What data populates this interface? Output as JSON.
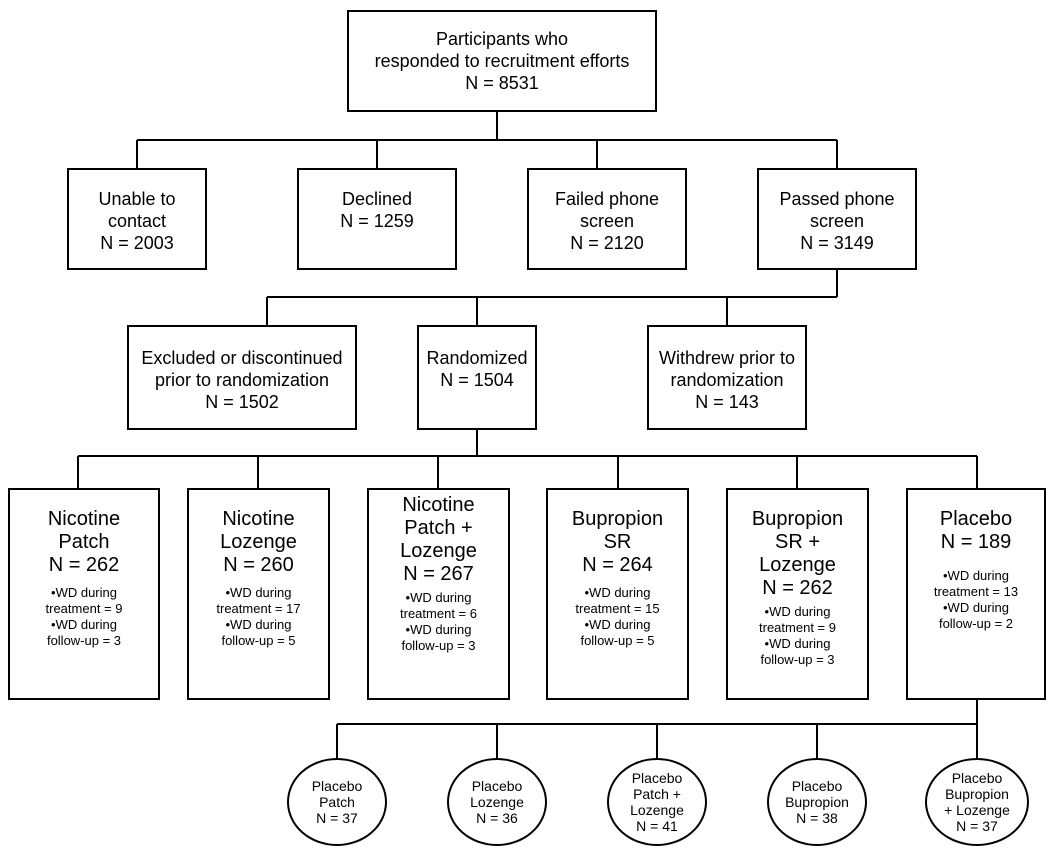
{
  "top": {
    "text": "Participants who\nresponded to recruitment efforts\nN = 8531"
  },
  "level2": [
    {
      "text": "Unable to\ncontact\nN = 2003"
    },
    {
      "text": "Declined\nN = 1259"
    },
    {
      "text": "Failed phone\nscreen\nN = 2120"
    },
    {
      "text": "Passed phone\nscreen\nN = 3149"
    }
  ],
  "level3": [
    {
      "text": "Excluded or discontinued\nprior to randomization\nN = 1502"
    },
    {
      "text": "Randomized\nN = 1504"
    },
    {
      "text": "Withdrew prior to\nrandomization\nN = 143"
    }
  ],
  "arms": [
    {
      "title": "Nicotine\nPatch\nN = 262",
      "note": "•WD during\ntreatment = 9\n•WD during\nfollow-up = 3"
    },
    {
      "title": "Nicotine\nLozenge\nN = 260",
      "note": "•WD during\ntreatment = 17\n•WD during\nfollow-up = 5"
    },
    {
      "title": "Nicotine\nPatch +\nLozenge\nN = 267",
      "note": "•WD during\ntreatment = 6\n•WD during\nfollow-up = 3"
    },
    {
      "title": "Bupropion\nSR\nN = 264",
      "note": "•WD during\ntreatment = 15\n•WD during\nfollow-up = 5"
    },
    {
      "title": "Bupropion\nSR +\nLozenge\nN = 262",
      "note": "•WD during\ntreatment = 9\n•WD during\nfollow-up = 3"
    },
    {
      "title": "Placebo\nN = 189",
      "note": "•WD during\ntreatment = 13\n•WD during\nfollow-up = 2"
    }
  ],
  "placebo_groups": [
    {
      "text": "Placebo\nPatch\nN = 37"
    },
    {
      "text": "Placebo\nLozenge\nN = 36"
    },
    {
      "text": "Placebo\nPatch +\nLozenge\nN = 41"
    },
    {
      "text": "Placebo\nBupropion\nN = 38"
    },
    {
      "text": "Placebo\nBupropion\n+ Lozenge\nN = 37"
    }
  ]
}
